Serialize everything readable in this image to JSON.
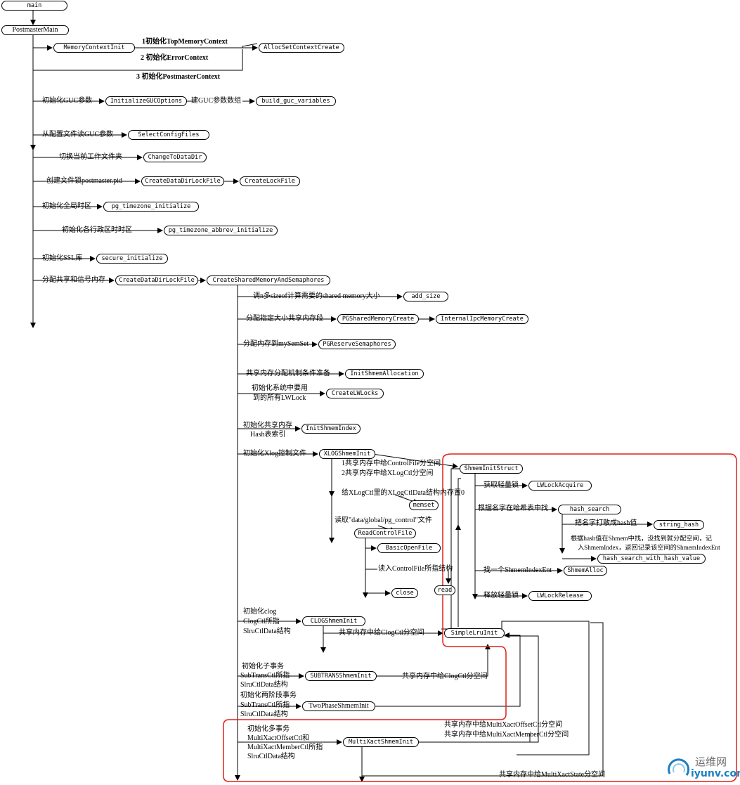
{
  "nodes": {
    "main": "main",
    "postmaster_main": "PostmasterMain",
    "memory_context_init": "MemoryContextInit",
    "alloc_set_context_create": "AllocSetContextCreate",
    "initialize_guc_options": "InitializeGUCOptions",
    "build_guc_variables": "build_guc_variables",
    "select_config_files": "SelectConfigFiles",
    "change_to_data_dir": "ChangeToDataDir",
    "create_data_dir_lock_file_1": "CreateDataDirLockFile",
    "create_lock_file": "CreateLockFile",
    "pg_timezone_initialize": "pg_timezone_initialize",
    "pg_timezone_abbrev_initialize": "pg_timezone_abbrev_initialize",
    "secure_initialize": "secure_initialize",
    "create_data_dir_lock_file_2": "CreateDataDirLockFile",
    "create_shared_memory_and_semaphores": "CreateSharedMemoryAndSemaphores",
    "add_size": "add_size",
    "pg_shared_memory_create": "PGSharedMemoryCreate",
    "internal_ipc_memory_create": "InternalIpcMemoryCreate",
    "pg_reserve_semaphores": "PGReserveSemaphores",
    "init_shmem_allocation": "InitShmemAllocation",
    "create_lw_locks": "CreateLWLocks",
    "init_shmem_index": "InitShmemIndex",
    "xlog_shmem_init": "XLOGShmemInit",
    "memset": "memset",
    "read_control_file": "ReadControlFile",
    "basic_open_file": "BasicOpenFile",
    "read": "read",
    "close": "close",
    "shmem_init_struct": "ShmemInitStruct",
    "lw_lock_acquire": "LWLockAcquire",
    "hash_search": "hash_search",
    "string_hash": "string_hash",
    "hash_search_with_hash_value": "hash_search_with_hash_value",
    "shmem_alloc": "ShmemAlloc",
    "lw_lock_release": "LWLockRelease",
    "clog_shmem_init": "CLOGShmemInit",
    "simple_lru_init": "SimpleLruInit",
    "subtrans_shmem_init": "SUBTRANSShmemInit",
    "two_phase_shmem_init": "TwoPhaseShmemInit",
    "multi_xact_shmem_init": "MultiXactShmemInit"
  },
  "labels": {
    "init_top_memory_context": "1初始化TopMemoryContext",
    "init_error_context": "2 初始化ErrorContext",
    "init_postmaster_context": "3 初始化PostmasterContext",
    "init_guc_params": "初始化GUC参数",
    "build_guc_array": "建GUC参数数组",
    "read_guc_from_config": "从配置文件读GUC参数",
    "switch_work_dir": "切换当前工作文件夹",
    "create_lock_file_pid": "创建文件锁postmaster.pid",
    "init_global_timezone": "初始化全局时区",
    "init_region_timezones": "初始化各行政区时时区",
    "init_ssl": "初始化SSL库",
    "alloc_shared_semaphore_memory": "分配共享和信号内存",
    "call_sizeof_shared_memory": "调n多sizeof计算需要的shared memory大小",
    "alloc_sized_shared_segment": "分配指定大小共享内存段",
    "alloc_my_sem_set": "分配内存到mySemSet",
    "shmem_alloc_prepare": "共享内存分配机制条件准备",
    "init_lwlock_line1": "初始化系统中要用",
    "init_lwlock_line2": "到的所有LWLock",
    "init_shmem_index_line1": "初始化共享内存",
    "init_shmem_index_line2": "Hash表索引",
    "init_xlog_control": "初始化Xlog控制文件",
    "xlog_step1": "1共享内存中给ControlFile分空间",
    "xlog_step2": "2共享内存中给XLogCtl分空间",
    "xlog_ctl_data_zero": "给XLogCtl里的XLogCtlData结构内存置0",
    "read_pg_control": "读取\"data/global/pg_control\"文件",
    "read_control_struct": "读入ControlFile所指结构",
    "get_lightweight_lock": "获取轻量锁",
    "find_in_hash_by_name": "根据名字在哈希表中找",
    "hash_the_name": "把名字打散成hash值",
    "hash_lookup_line1": "根据hash值在Shmem中找，没找到就分配空间，记",
    "hash_lookup_line2": "入ShmemIndex，返回记录该空间的ShmemIndexEnt",
    "find_shmem_index_ent": "找一个ShmemIndexEnt",
    "release_lightweight_lock": "释放轻量锁",
    "init_clog_line1": "初始化clog",
    "init_clog_line2": "ClogCtl所指",
    "init_clog_line3": "SlruCtlData结构",
    "clog_alloc_shared": "共享内存中给ClogCtl分空间",
    "init_subtrans_line1": "初始化子事务",
    "init_subtrans_line2": "SubTransCtl所指",
    "init_subtrans_line3": "SlruCtlData结构",
    "subtrans_alloc_shared": "共享内存中给ClogCtl分空间",
    "init_twophase_line1": "初始化两阶段事务",
    "init_twophase_line2": "SubTransCtl所指",
    "init_twophase_line3": "SlruCtlData结构",
    "init_multixact_line1": "初始化多事务",
    "init_multixact_line2": "MultiXactOffsetCtl和",
    "init_multixact_line3": "MultiXactMemberCtl所指",
    "init_multixact_line4": "SlruCtlData结构",
    "multixact_offset_alloc": "共享内存中给MultiXactOffsetCtl分空间",
    "multixact_member_alloc": "共享内存中给MultiXactMemberCtl分空间",
    "multixact_state_alloc": "共享内存中给MultiXactState分空间"
  },
  "watermark": {
    "cn": "运维网",
    "en": "iyunv.com"
  },
  "colors": {
    "line": "#000000",
    "highlight": "#e0201a",
    "brand_blue": "#1d7fc2"
  }
}
